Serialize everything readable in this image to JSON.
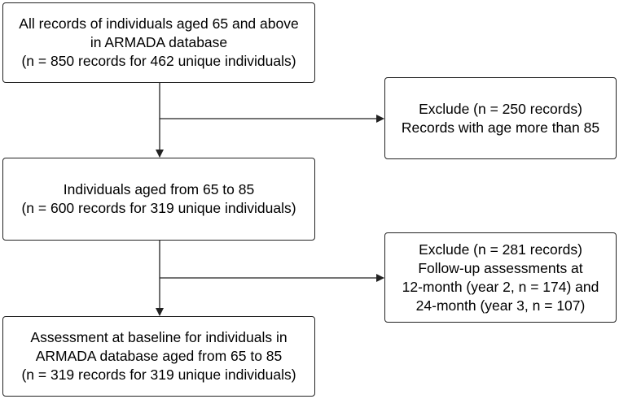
{
  "boxes": {
    "all_records": {
      "lines": [
        "All records of individuals aged 65 and above",
        "in ARMADA database",
        "(n = 850 records for 462 unique individuals)"
      ]
    },
    "aged_65_85": {
      "lines": [
        "Individuals aged from 65 to 85",
        "(n = 600 records for 319 unique individuals)"
      ]
    },
    "baseline": {
      "lines": [
        "Assessment at baseline for individuals in",
        "ARMADA database aged from 65 to 85",
        "(n = 319 records for 319 unique individuals)"
      ]
    },
    "exclude_age": {
      "lines": [
        "Exclude (n = 250 records)",
        "Records with age more than 85"
      ]
    },
    "exclude_followup": {
      "lines": [
        "Exclude (n = 281 records)",
        "Follow-up assessments at",
        "12-month (year 2, n = 174) and",
        "24-month (year 3, n = 107)"
      ]
    }
  },
  "colors": {
    "line": "#222222",
    "box_fill": "#ffffff"
  }
}
